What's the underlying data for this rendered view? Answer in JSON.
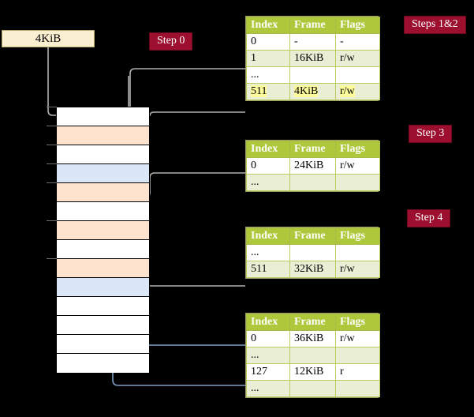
{
  "source_box": {
    "label": "4KiB"
  },
  "badges": {
    "step0": "Step 0",
    "steps12": "Steps 1&2",
    "step3": "Step 3",
    "step4": "Step 4"
  },
  "colors": {
    "badge_bg": "#9c0f2e",
    "table_header_bg": "#aec83c",
    "table_alt_row_bg": "#e9eed4",
    "highlight_yellow": "#fbfb9b",
    "mem_orange": "#fde3cd",
    "mem_blue": "#dbe7f7",
    "source_box_bg": "#fbefd2",
    "page_bg": "#000000",
    "wire_gray": "#b0b0b0",
    "wire_blue": "#7c9cc4"
  },
  "memory_column": {
    "name": "physical-memory",
    "rows": [
      {
        "fill": "white"
      },
      {
        "fill": "orange"
      },
      {
        "fill": "white"
      },
      {
        "fill": "blue"
      },
      {
        "fill": "orange"
      },
      {
        "fill": "white"
      },
      {
        "fill": "orange"
      },
      {
        "fill": "white"
      },
      {
        "fill": "orange"
      },
      {
        "fill": "blue"
      },
      {
        "fill": "white"
      },
      {
        "fill": "white"
      },
      {
        "fill": "white"
      },
      {
        "fill": "white"
      }
    ]
  },
  "tables": [
    {
      "name": "page-table-level-1",
      "headers": [
        "Index",
        "Frame",
        "Flags"
      ],
      "rows": [
        {
          "cells": [
            "0",
            "-",
            "-"
          ],
          "style": "plain",
          "highlight": false
        },
        {
          "cells": [
            "1",
            "16KiB",
            "r/w"
          ],
          "style": "alt",
          "highlight": false
        },
        {
          "cells": [
            "...",
            "",
            ""
          ],
          "style": "plain",
          "highlight": false
        },
        {
          "cells": [
            "511",
            "4KiB",
            "r/w"
          ],
          "style": "alt",
          "highlight": true
        }
      ]
    },
    {
      "name": "page-table-level-2",
      "headers": [
        "Index",
        "Frame",
        "Flags"
      ],
      "rows": [
        {
          "cells": [
            "0",
            "24KiB",
            "r/w"
          ],
          "style": "plain",
          "highlight": false
        },
        {
          "cells": [
            "...",
            "",
            ""
          ],
          "style": "alt",
          "highlight": false
        }
      ]
    },
    {
      "name": "page-table-level-3",
      "headers": [
        "Index",
        "Frame",
        "Flags"
      ],
      "rows": [
        {
          "cells": [
            "...",
            "",
            ""
          ],
          "style": "plain",
          "highlight": false
        },
        {
          "cells": [
            "511",
            "32KiB",
            "r/w"
          ],
          "style": "alt",
          "highlight": false
        }
      ]
    },
    {
      "name": "page-table-level-4",
      "headers": [
        "Index",
        "Frame",
        "Flags"
      ],
      "rows": [
        {
          "cells": [
            "0",
            "36KiB",
            "r/w"
          ],
          "style": "plain",
          "highlight": false
        },
        {
          "cells": [
            "...",
            "",
            ""
          ],
          "style": "alt",
          "highlight": false
        },
        {
          "cells": [
            "127",
            "12KiB",
            "r"
          ],
          "style": "plain",
          "highlight": false
        },
        {
          "cells": [
            "...",
            "",
            ""
          ],
          "style": "alt",
          "highlight": false
        }
      ]
    }
  ]
}
